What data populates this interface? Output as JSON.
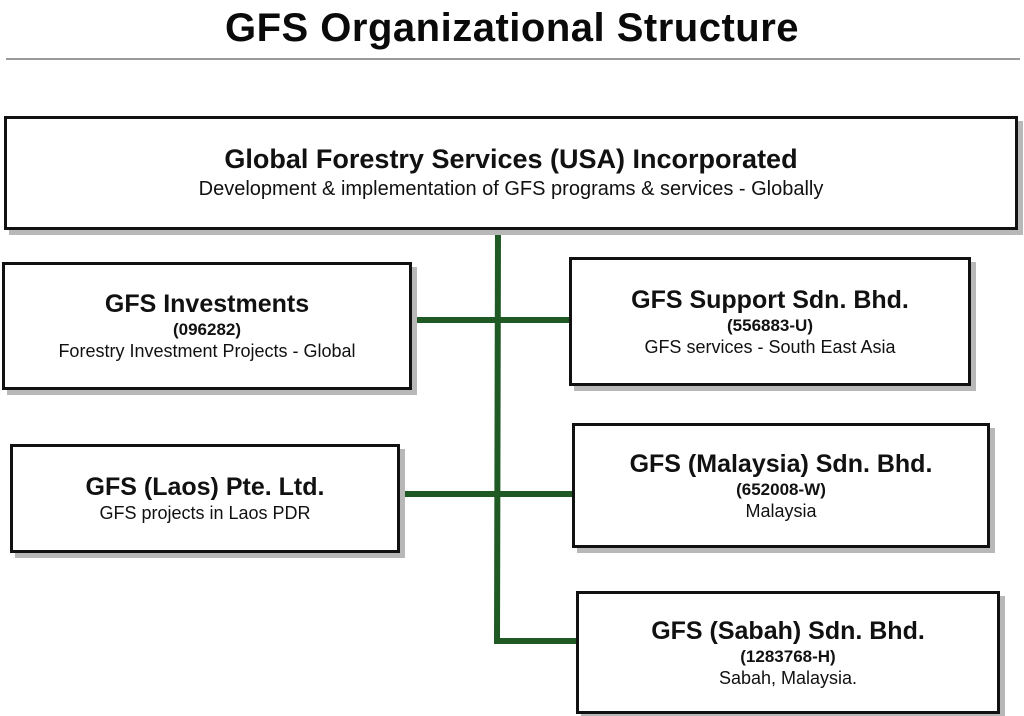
{
  "title": "GFS Organizational Structure",
  "colors": {
    "connector": "#1f5a25",
    "box_border": "#111111",
    "box_shadow": "#b8b8b8"
  },
  "org": {
    "root": {
      "name": "Global Forestry Services (USA) Incorporated",
      "description": "Development & implementation of GFS programs & services - Globally"
    },
    "investments": {
      "name": "GFS Investments",
      "registration": "(096282)",
      "description": "Forestry Investment Projects - Global"
    },
    "support": {
      "name": "GFS Support Sdn. Bhd.",
      "registration": "(556883-U)",
      "description": "GFS services - South East Asia"
    },
    "laos": {
      "name": "GFS (Laos) Pte. Ltd.",
      "description": "GFS projects in Laos PDR"
    },
    "malaysia": {
      "name": "GFS (Malaysia) Sdn. Bhd.",
      "registration": "(652008-W)",
      "description": "Malaysia"
    },
    "sabah": {
      "name": "GFS (Sabah) Sdn. Bhd.",
      "registration": "(1283768-H)",
      "description": "Sabah, Malaysia."
    }
  }
}
